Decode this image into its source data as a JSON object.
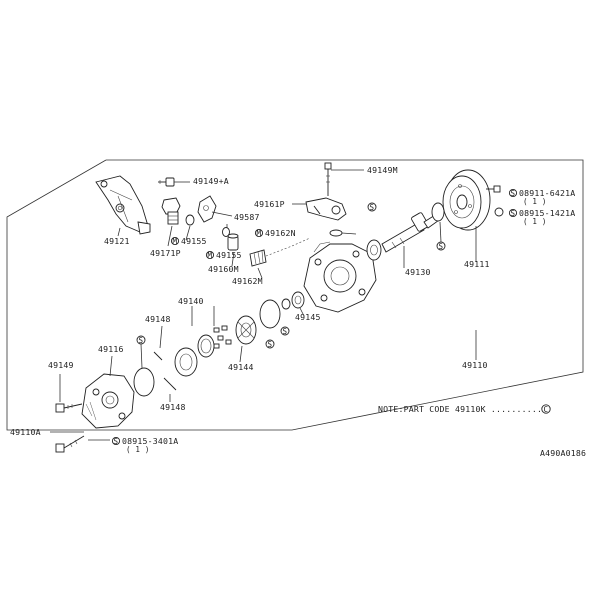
{
  "labels": {
    "p49149A": "49149+A",
    "p49121": "49121",
    "p49171P": "49171P",
    "p49155a": "49155",
    "p49155b": "49155",
    "p49587": "49587",
    "p49160M": "49160M",
    "p49162M": "49162M",
    "p49162N": "49162N",
    "p49161P": "49161P",
    "p49149M": "49149M",
    "p49130": "49130",
    "p49111": "49111",
    "p08911": "08911-6421A",
    "p08911q": "( 1 )",
    "p08915a": "08915-1421A",
    "p08915aq": "( 1 )",
    "p49140": "49140",
    "p49148a": "49148",
    "p49148b": "49148",
    "p49145": "49145",
    "p49144": "49144",
    "p49116": "49116",
    "p49149": "49149",
    "p49110": "49110",
    "p49110A": "49110A",
    "p08915b": "08915-3401A",
    "p08915bq": "( 1 )",
    "note": "NOTE:PART CODE 49110K ...........",
    "docnum": "A490A0186"
  },
  "symbols": {
    "circle_c": "C",
    "circle_m": "M",
    "circle_s": "S"
  }
}
